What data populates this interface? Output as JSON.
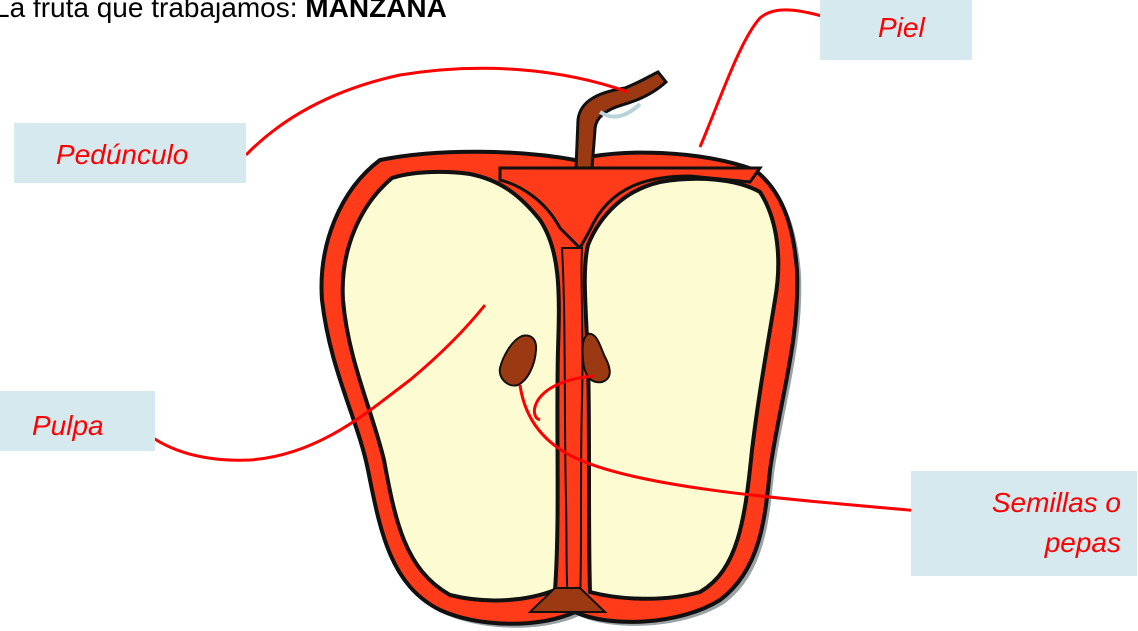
{
  "header": {
    "title_prefix": "La fruta que trabajamos: ",
    "title_emphasis": "MANZANA"
  },
  "labels": {
    "piel": "Piel",
    "peduncle": "Pedúnculo",
    "pulpa": "Pulpa",
    "semillas_line1": "Semillas o",
    "semillas_line2": "pepas"
  },
  "colors": {
    "skin": "#ff3b1a",
    "pulp": "#fdfbd2",
    "stem": "#9b3a12",
    "seed": "#9b3a12",
    "leader_line": "#ff0000",
    "label_box": "#d6e9ee"
  }
}
